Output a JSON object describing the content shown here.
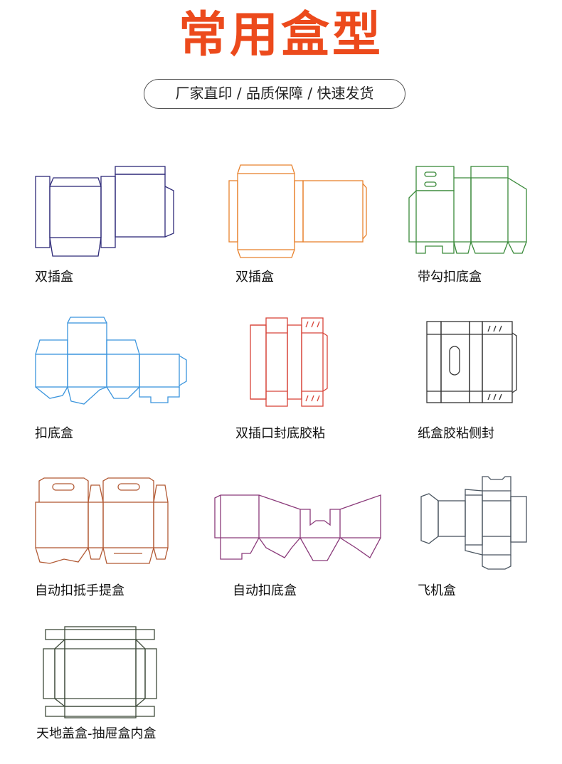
{
  "page": {
    "title": "常用盒型",
    "subtitle": "厂家直印 / 品质保障 / 快速发货"
  },
  "boxes": [
    {
      "label": "双插盒",
      "icon": "double-tuck-box-dieline-icon",
      "color": "#2e2a78"
    },
    {
      "label": "双插盒",
      "icon": "double-tuck-box-dieline-icon",
      "color": "#e8822e"
    },
    {
      "label": "带勾扣底盒",
      "icon": "hook-lock-bottom-box-dieline-icon",
      "color": "#3a8a3a"
    },
    {
      "label": "扣底盒",
      "icon": "lock-bottom-box-dieline-icon",
      "color": "#3b95dd"
    },
    {
      "label": "双插口封底胶粘",
      "icon": "glued-bottom-tuck-box-dieline-icon",
      "color": "#d8453a"
    },
    {
      "label": "纸盒胶粘侧封",
      "icon": "side-glued-box-dieline-icon",
      "color": "#333333"
    },
    {
      "label": "自动扣抵手提盒",
      "icon": "handle-box-dieline-icon",
      "color": "#b25a35"
    },
    {
      "label": "自动扣底盒",
      "icon": "auto-bottom-box-dieline-icon",
      "color": "#8a3a7a"
    },
    {
      "label": "飞机盒",
      "icon": "mailer-box-dieline-icon",
      "color": "#4a5560"
    },
    {
      "label": "天地盖盒-抽屉盒内盒",
      "icon": "drawer-box-dieline-icon",
      "color": "#3e4a3a"
    }
  ]
}
